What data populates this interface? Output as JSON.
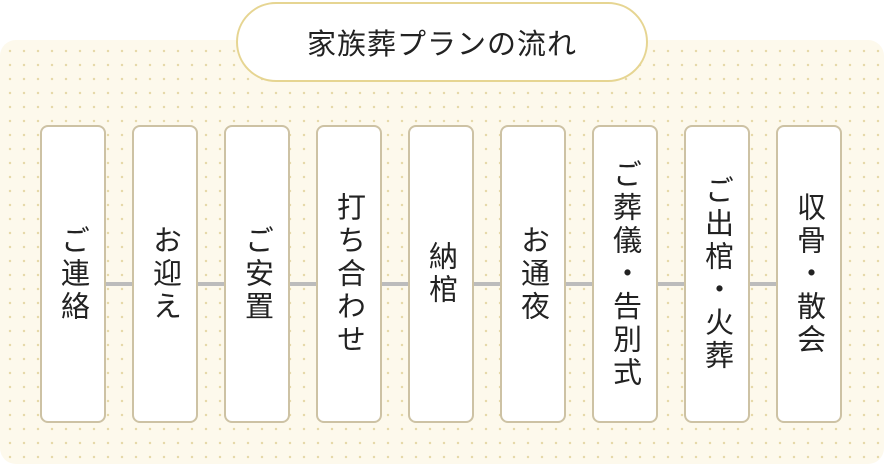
{
  "title": "家族葬プランの流れ",
  "colors": {
    "panel_background": "#fdf9ec",
    "dot_pattern": "#e6d9aa",
    "title_border": "#e6d592",
    "step_border": "#cdc2a4",
    "connector": "#bcbcbc"
  },
  "steps": [
    {
      "label": "ご連絡"
    },
    {
      "label": "お迎え"
    },
    {
      "label": "ご安置"
    },
    {
      "label": "打ち合わせ"
    },
    {
      "label": "納棺"
    },
    {
      "label": "お通夜"
    },
    {
      "label": "ご葬儀・告別式"
    },
    {
      "label": "ご出棺・火葬"
    },
    {
      "label": "収骨・散会"
    }
  ]
}
